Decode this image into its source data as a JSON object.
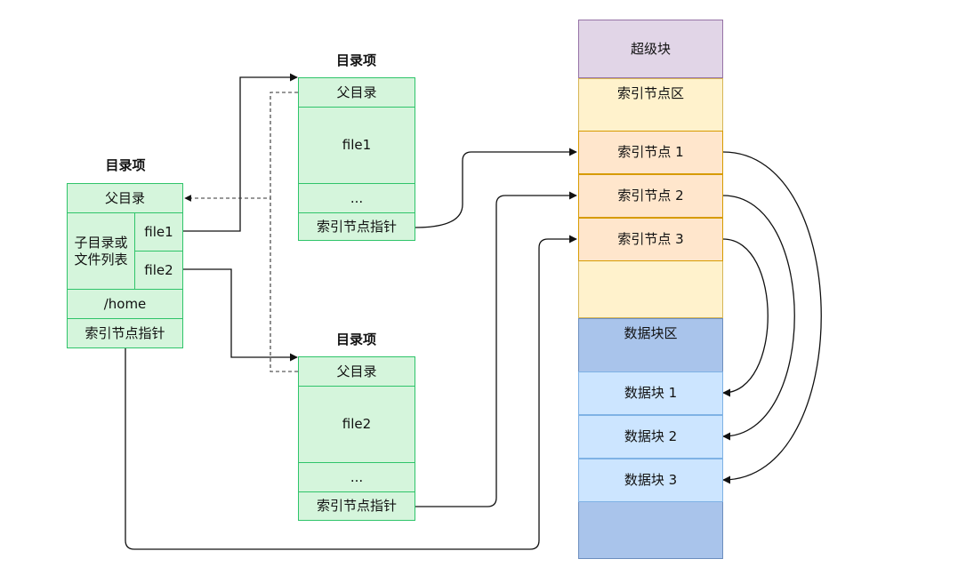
{
  "left_dir": {
    "title": "目录项",
    "parent": "父目录",
    "children_label": "子目录或\n文件列表",
    "file1": "file1",
    "file2": "file2",
    "home": "/home",
    "inode_ptr": "索引节点指针"
  },
  "top_dir": {
    "title": "目录项",
    "parent": "父目录",
    "content": "file1",
    "ellipsis": "...",
    "inode_ptr": "索引节点指针"
  },
  "bottom_dir": {
    "title": "目录项",
    "parent": "父目录",
    "content": "file2",
    "ellipsis": "...",
    "inode_ptr": "索引节点指针"
  },
  "disk": {
    "superblock": "超级块",
    "inode_area": "索引节点区",
    "inodes": [
      "索引节点 1",
      "索引节点 2",
      "索引节点 3"
    ],
    "data_area": "数据块区",
    "blocks": [
      "数据块 1",
      "数据块 2",
      "数据块 3"
    ]
  },
  "colors": {
    "green_fill": "#d5f5dc",
    "green_border": "#2fc46a",
    "superblock_fill": "#e1d5e7",
    "inode_area_fill": "#fff2cc",
    "inode_fill": "#ffe6cc",
    "data_area_fill": "#a9c4eb",
    "block_fill": "#cce5ff"
  }
}
